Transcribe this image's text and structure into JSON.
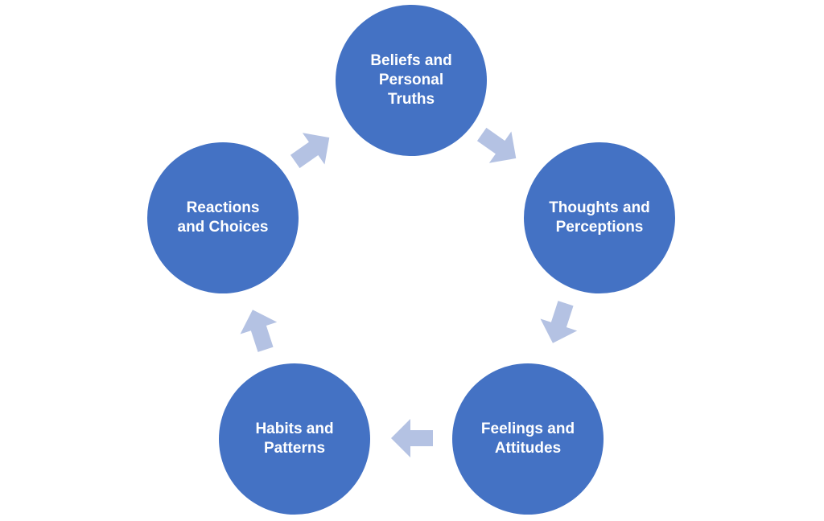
{
  "colors": {
    "node_fill": "#4472c4",
    "arrow_fill": "#b4c2e3",
    "label_text": "#ffffff",
    "background": "#ffffff"
  },
  "nodes": {
    "beliefs": {
      "label": "Beliefs and\nPersonal\nTruths"
    },
    "thoughts": {
      "label": "Thoughts and\nPerceptions"
    },
    "feelings": {
      "label": "Feelings and\nAttitudes"
    },
    "habits": {
      "label": "Habits and\nPatterns"
    },
    "reactions": {
      "label": "Reactions\nand Choices"
    }
  },
  "cycle_order": [
    "beliefs",
    "thoughts",
    "feelings",
    "habits",
    "reactions"
  ]
}
